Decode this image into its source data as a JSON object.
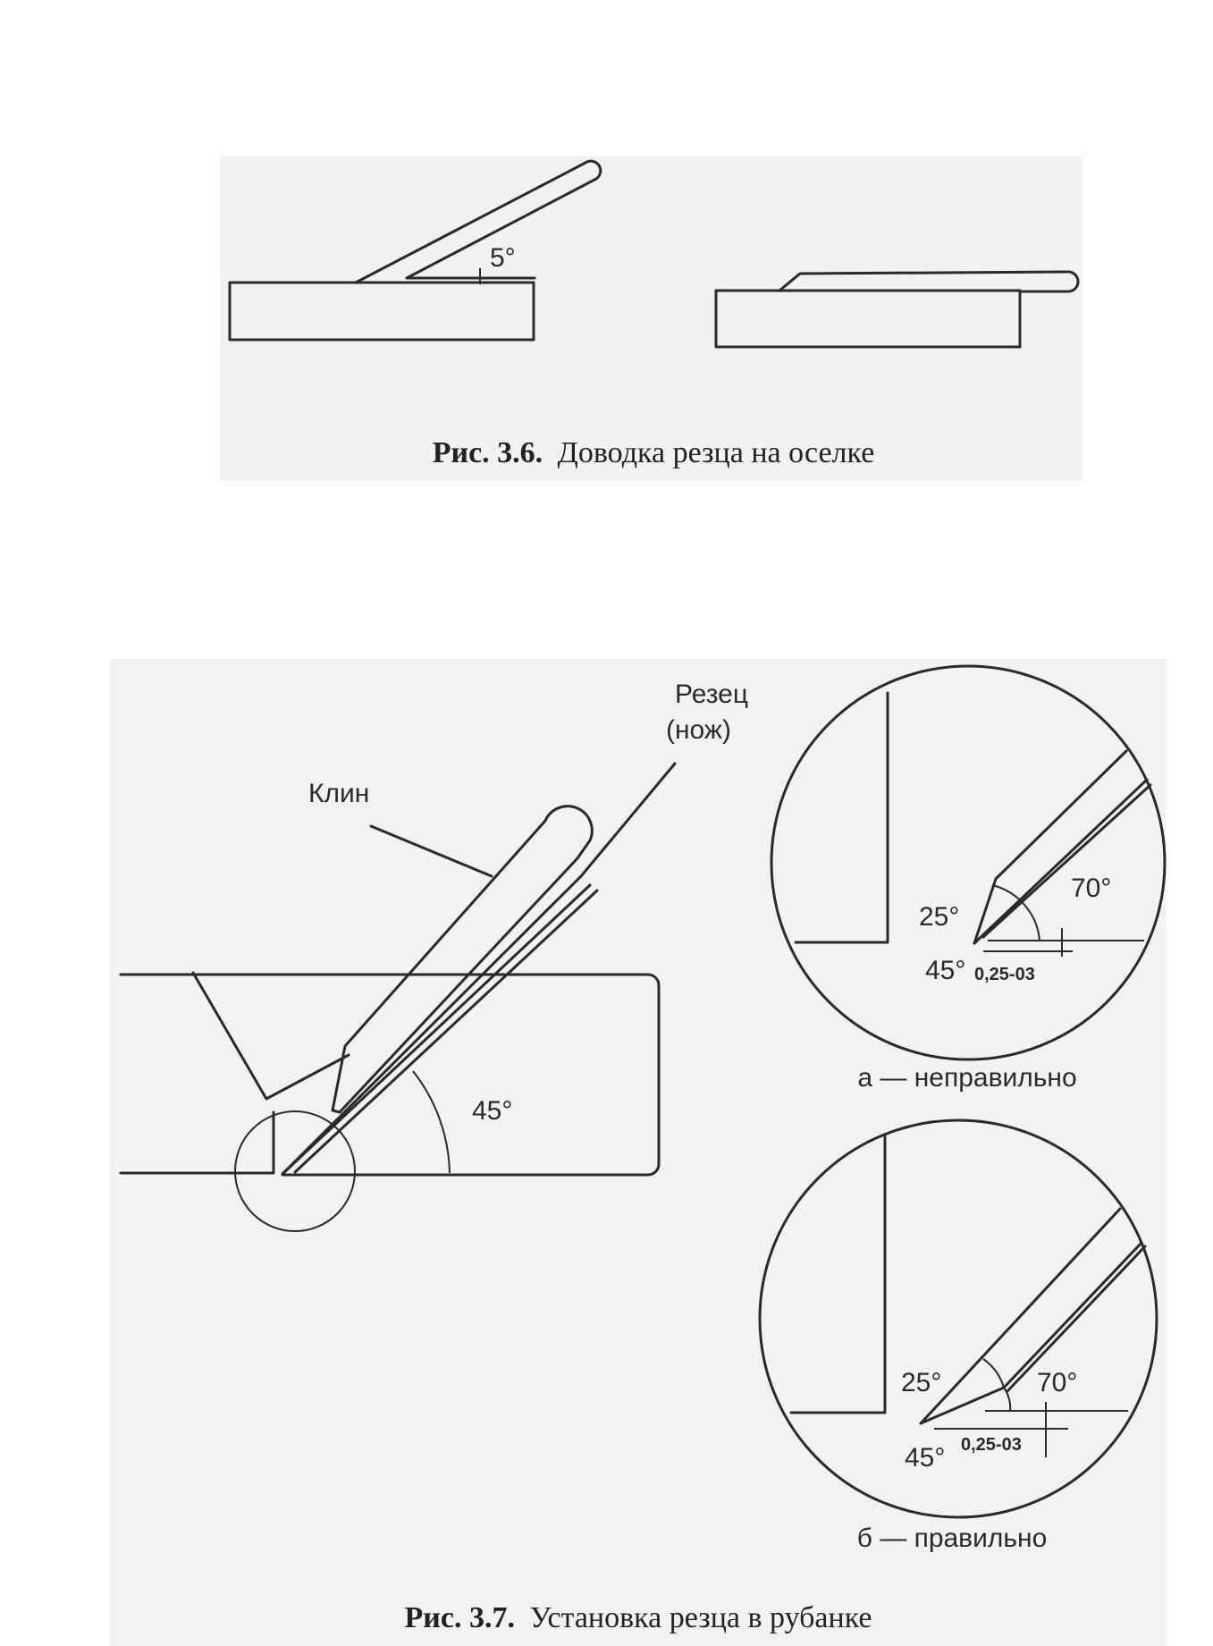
{
  "figure_3_6": {
    "angle_label": "5°",
    "caption_number": "Рис. 3.6.",
    "caption_text": "Доводка резца на оселке"
  },
  "figure_3_7": {
    "label_cutter": "Резец",
    "label_cutter_alt": "(нож)",
    "label_wedge": "Клин",
    "main_angle": "45°",
    "detail_a": {
      "angle_70": "70°",
      "angle_25": "25°",
      "angle_45": "45°",
      "gap": "0,25-03",
      "caption": "а — неправильно"
    },
    "detail_b": {
      "angle_70": "70°",
      "angle_25": "25°",
      "angle_45": "45°",
      "gap": "0,25-03",
      "caption": "б — правильно"
    },
    "caption_number": "Рис. 3.7.",
    "caption_text": "Установка резца в рубанке"
  }
}
